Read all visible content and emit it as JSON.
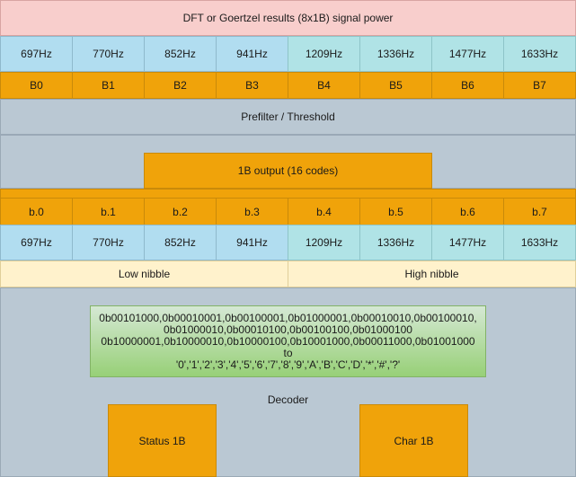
{
  "header": {
    "title": "DFT or Goertzel results (8x1B) signal power"
  },
  "top_freqs": [
    "697Hz",
    "770Hz",
    "852Hz",
    "941Hz",
    "1209Hz",
    "1336Hz",
    "1477Hz",
    "1633Hz"
  ],
  "bytes": [
    "B0",
    "B1",
    "B2",
    "B3",
    "B4",
    "B5",
    "B6",
    "B7"
  ],
  "prefilter": {
    "label": "Prefilter / Threshold"
  },
  "output": {
    "label": "1B output (16 codes)"
  },
  "bits": [
    "b.0",
    "b.1",
    "b.2",
    "b.3",
    "b.4",
    "b.5",
    "b.6",
    "b.7"
  ],
  "bottom_freqs": [
    "697Hz",
    "770Hz",
    "852Hz",
    "941Hz",
    "1209Hz",
    "1336Hz",
    "1477Hz",
    "1633Hz"
  ],
  "nibbles": {
    "low": "Low nibble",
    "high": "High nibble"
  },
  "decoder": {
    "label": "Decoder",
    "codes": [
      "0b00101000,0b00010001,0b00100001,0b01000001,0b00010010,0b00100010,",
      "0b01000010,0b00010100,0b00100100,0b01000100",
      "0b10000001,0b10000010,0b10000100,0b10001000,0b00011000,0b01001000",
      "to",
      "'0','1','2','3','4','5','6','7','8','9','A','B','C','D','*','#','?'"
    ],
    "status": "Status 1B",
    "char": "Char 1B"
  },
  "colors": {
    "gray": "#bac8d3",
    "pink": "#f8cecc",
    "blue": "#b1ddf0",
    "teal": "#b0e3e6",
    "orange": "#f0a30a",
    "cream": "#fff2cc",
    "green": "#d5e8d4"
  }
}
